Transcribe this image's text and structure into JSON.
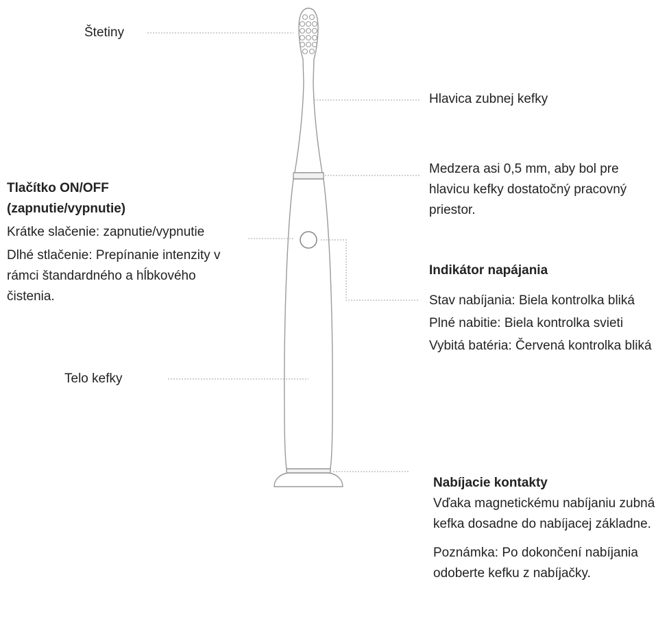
{
  "labels": {
    "bristles": "Štetiny",
    "head": "Hlavica zubnej kefky",
    "body": "Telo kefky"
  },
  "gap_note": "Medzera asi 0,5 mm, aby bol pre hlavicu kefky dostatočný pracovný priestor.",
  "button": {
    "title_line1": "Tlačítko ON/OFF",
    "title_line2": "(zapnutie/vypnutie)",
    "short_press": "Krátke slačenie: zapnutie/vypnutie",
    "long_press": "Dlhé stlačenie: Prepínanie intenzity v rámci štandardného a hĺbkového čistenia."
  },
  "power": {
    "title": "Indikátor napájania",
    "charging": "Stav nabíjania: Biela kontrolka bliká",
    "full": "Plné nabitie: Biela kontrolka svieti",
    "low": "Vybitá batéria: Červená kontrolka bliká"
  },
  "contacts": {
    "title": "Nabíjacie kontakty",
    "desc": "Vďaka magnetickému nabíjaniu zubná kefka dosadne do nabíjacej základne.",
    "note": "Poznámka: Po dokončení nabíjania odoberte kefku z nabíjačky."
  },
  "colors": {
    "outline": "#9a9a9a",
    "leader": "#b5b5b5",
    "text": "#222222"
  }
}
